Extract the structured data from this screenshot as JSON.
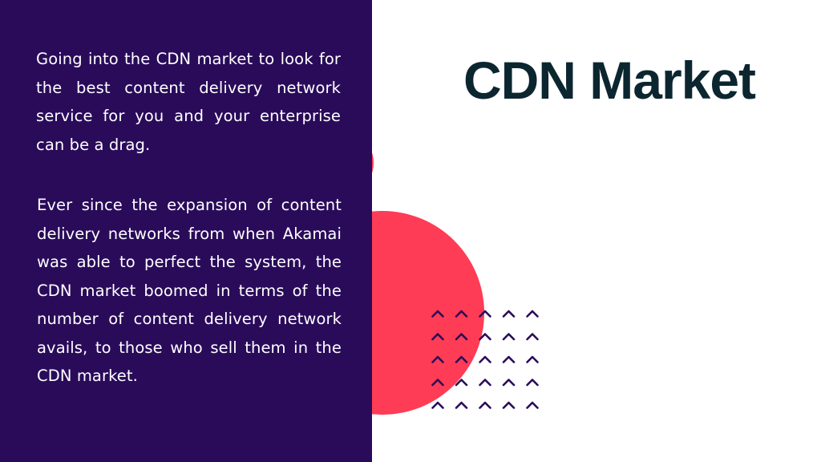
{
  "slide": {
    "title": "CDN Market",
    "paragraphs": [
      "Going into the CDN market to look for the best content delivery network service for you and your enterprise can be a drag.",
      "Ever since the expansion of content delivery networks from when Akamai was able to perfect the system, the CDN market boomed in terms of the number of content delivery network avails, to those who sell them in the CDN market."
    ]
  },
  "decoration": {
    "chevron_icon": "chevron-up-icon",
    "chevron_rows": 5,
    "chevron_cols": 5
  },
  "colors": {
    "panel": "#2a0b5a",
    "accent": "#fe3c55",
    "title": "#0c2630",
    "chevron": "#2a0b5a",
    "background": "#ffffff",
    "text_on_panel": "#ffffff"
  }
}
